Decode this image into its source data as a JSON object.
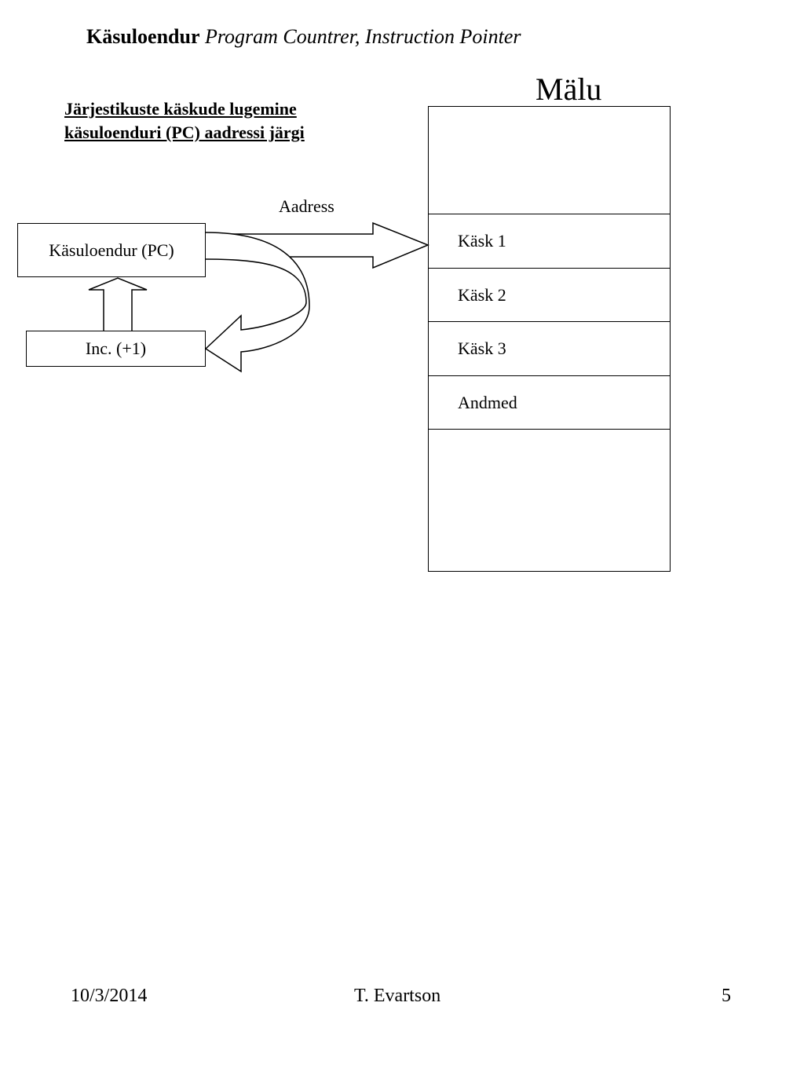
{
  "slide": {
    "title_bold": "Käsuloendur",
    "title_italic": "Program Countrer, Instruction Pointer",
    "subtitle_line1": "Järjestikuste käskude lugemine",
    "subtitle_line2": "käsuloenduri (PC) aadressi järgi"
  },
  "diagram": {
    "pc_label": "Käsuloendur (PC)",
    "inc_label": "Inc. (+1)",
    "address_label": "Aadress",
    "memory": {
      "title": "Mälu",
      "cells": [
        "Käsk 1",
        "Käsk 2",
        "Käsk 3",
        "Andmed"
      ]
    }
  },
  "footer": {
    "date": "10/3/2014",
    "author": "T. Evartson",
    "page": "5"
  }
}
